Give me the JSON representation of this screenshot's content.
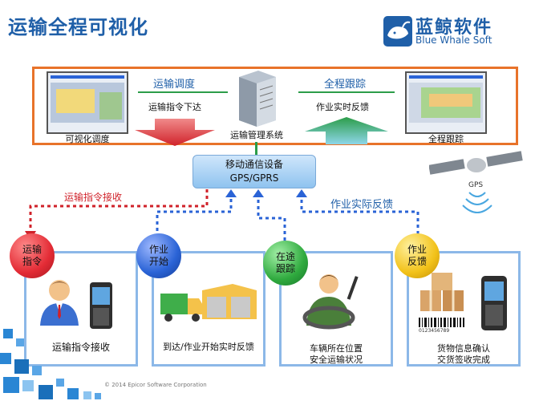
{
  "title": "运输全程可视化",
  "logo": {
    "cn": "蓝鲸软件",
    "en": "Blue Whale Soft",
    "icon": "whale-icon"
  },
  "top": {
    "left_screen_label": "可视化调度",
    "right_screen_label": "全程跟踪",
    "dispatch_title": "运输调度",
    "dispatch_sub": "运输指令下达",
    "track_title": "全程跟踪",
    "track_sub": "作业实时反馈",
    "server_label": "运输管理系统"
  },
  "mobile": {
    "line1": "移动通信设备",
    "line2": "GPS/GPRS"
  },
  "left_flow_label": "运输指令接收",
  "right_flow_label": "作业实际反馈",
  "gps_label": "GPS",
  "panels": [
    {
      "circle_l1": "运输",
      "circle_l2": "指令",
      "circle_color": "#e32b35",
      "caption1": "运输指令接收",
      "caption2": ""
    },
    {
      "circle_l1": "作业",
      "circle_l2": "开始",
      "circle_color": "#2a63d6",
      "caption1": "到达/作业开始实时反馈",
      "caption2": ""
    },
    {
      "circle_l1": "在途",
      "circle_l2": "跟踪",
      "circle_color": "#2faa3e",
      "caption1": "车辆所在位置",
      "caption2": "安全运输状况"
    },
    {
      "circle_l1": "作业",
      "circle_l2": "反馈",
      "circle_color": "#f2c21a",
      "caption1": "货物信息确认",
      "caption2": "交货签收完成"
    }
  ],
  "barcode_text": "0123456789",
  "footer": "© 2014 Epicor Software Corporation",
  "colors": {
    "accent_blue": "#1f5fa8",
    "frame_orange": "#e8732a",
    "red": "#d0222a",
    "green": "#2c9d49"
  }
}
